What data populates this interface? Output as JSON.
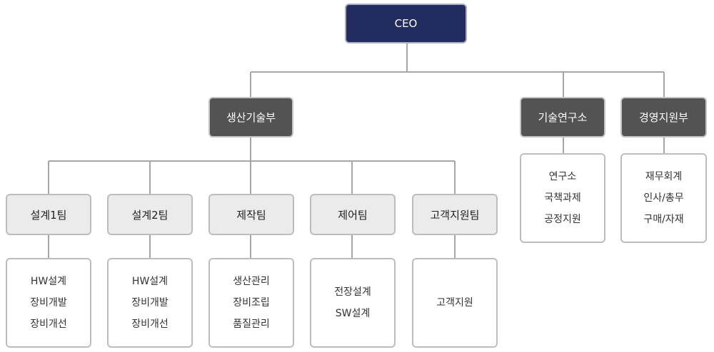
{
  "ceo": {
    "label": "CEO"
  },
  "departments": [
    {
      "label": "생산기술부"
    },
    {
      "label": "기술연구소",
      "duties": [
        "연구소",
        "국책과제",
        "공정지원"
      ]
    },
    {
      "label": "경영지원부",
      "duties": [
        "재무회계",
        "인사/총무",
        "구매/자재"
      ]
    }
  ],
  "teams": [
    {
      "label": "설계1팀",
      "duties": [
        "HW설계",
        "장비개발",
        "장비개선"
      ]
    },
    {
      "label": "설계2팀",
      "duties": [
        "HW설계",
        "장비개발",
        "장비개선"
      ]
    },
    {
      "label": "제작팀",
      "duties": [
        "생산관리",
        "장비조립",
        "품질관리"
      ]
    },
    {
      "label": "제어팀",
      "duties": [
        "전장설계",
        "SW설계"
      ]
    },
    {
      "label": "고객지원팀",
      "duties": [
        "고객지원"
      ]
    }
  ],
  "colors": {
    "ceo": "#232c5f",
    "department": "#535353",
    "team": "#ebebeb",
    "connector": "#a6a6a6"
  }
}
